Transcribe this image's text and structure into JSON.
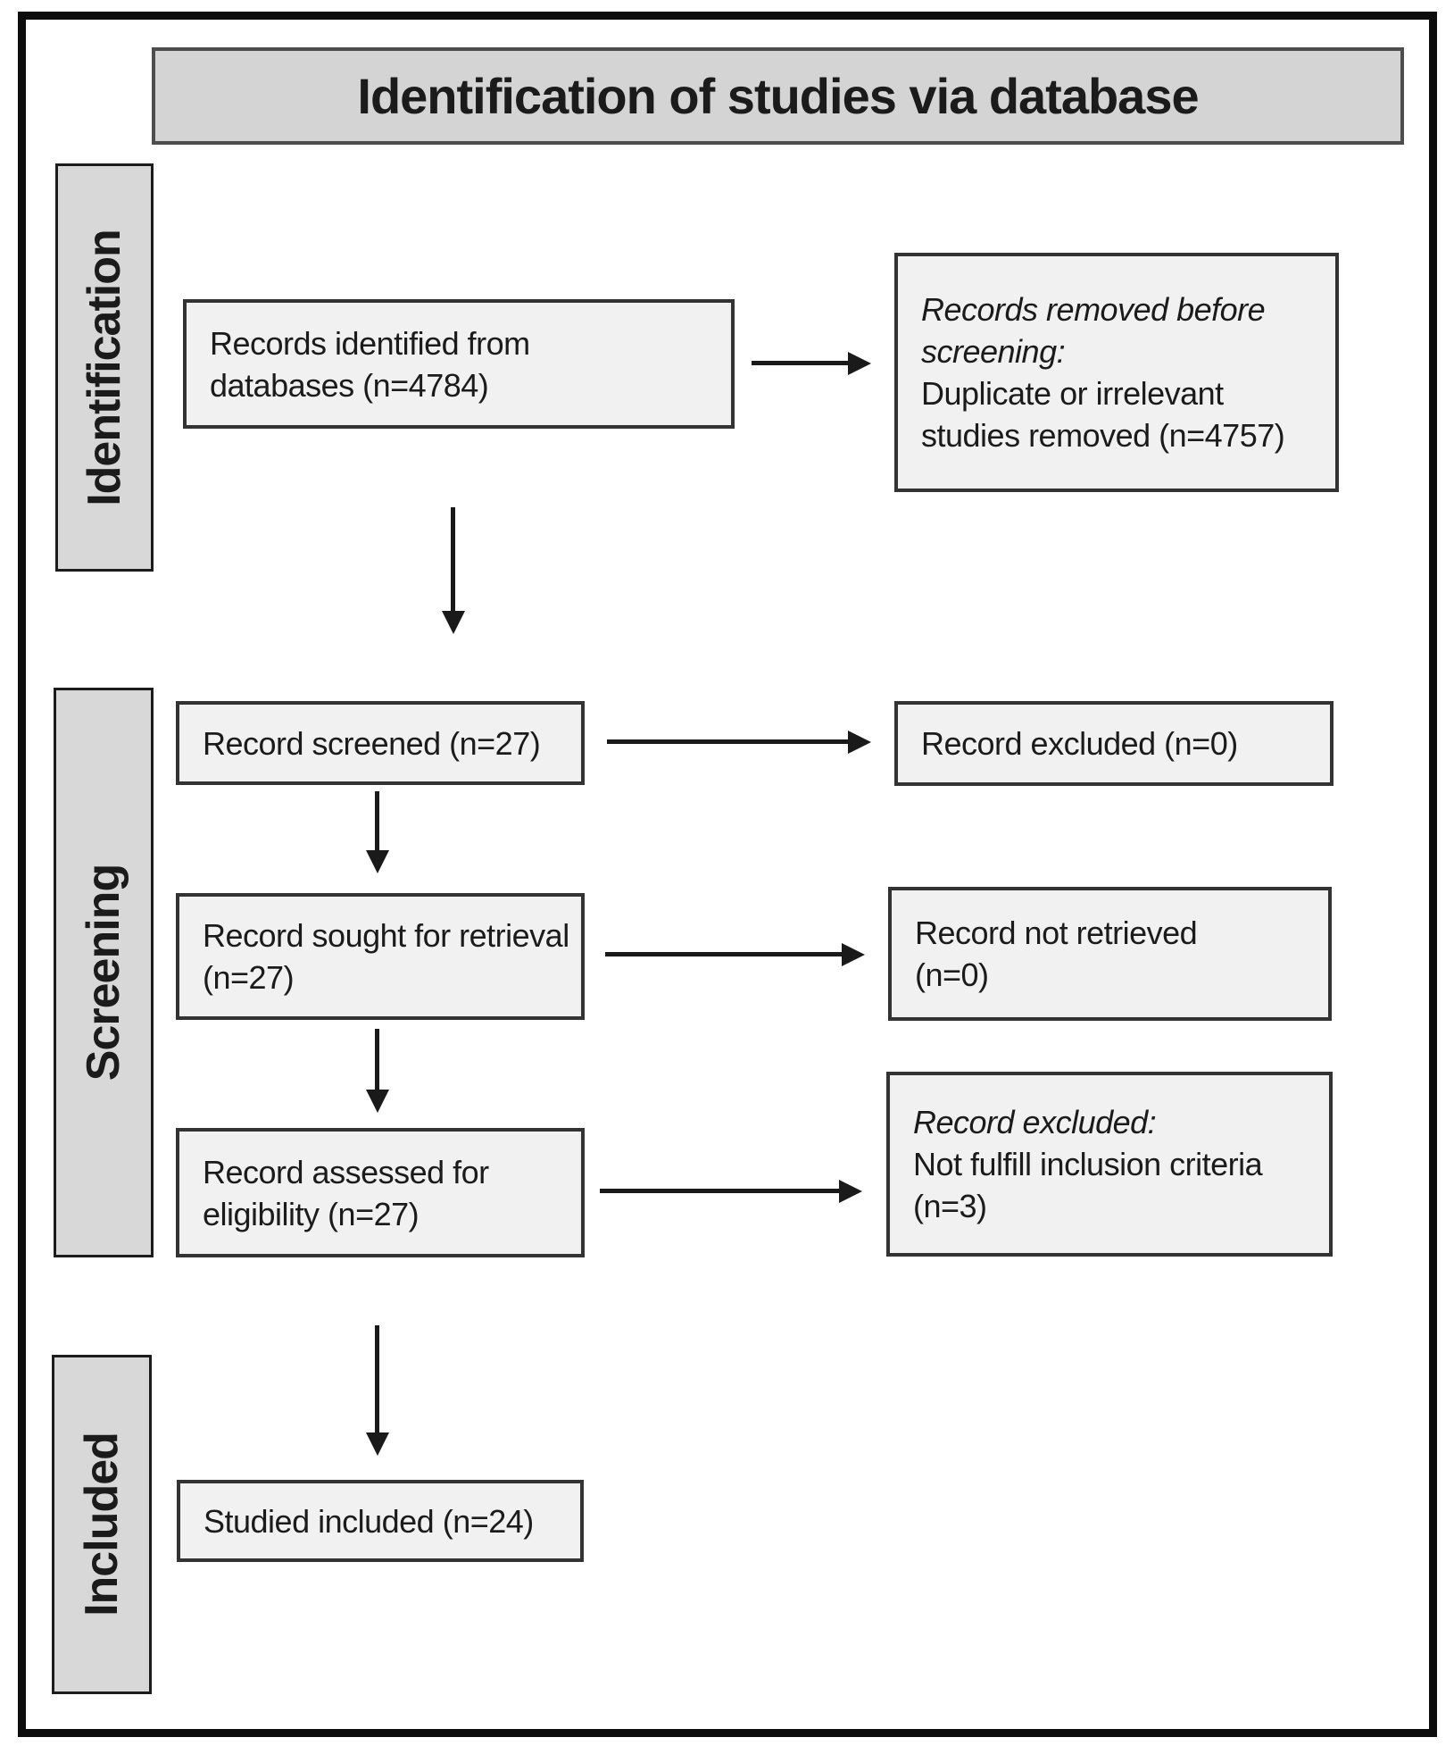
{
  "title": "Identification of studies via database",
  "stages": [
    {
      "label": "Identification"
    },
    {
      "label": "Screening"
    },
    {
      "label": "Included"
    }
  ],
  "boxes": {
    "identified": {
      "lines": [
        {
          "text": "Records identified from"
        },
        {
          "text": "databases (n=4784)"
        }
      ]
    },
    "removed_before_screening": {
      "lines": [
        {
          "text": "Records removed before",
          "italic": true
        },
        {
          "text": "screening:",
          "italic": true
        },
        {
          "text": "Duplicate or irrelevant"
        },
        {
          "text": "studies removed (n=4757)"
        }
      ]
    },
    "screened": {
      "lines": [
        {
          "text": "Record screened (n=27)"
        }
      ]
    },
    "excluded_screening": {
      "lines": [
        {
          "text": "Record excluded (n=0)"
        }
      ]
    },
    "sought_for_retrieval": {
      "lines": [
        {
          "text": "Record sought for retrieval"
        },
        {
          "text": "(n=27)"
        }
      ]
    },
    "not_retrieved": {
      "lines": [
        {
          "text": "Record not retrieved"
        },
        {
          "text": "(n=0)"
        }
      ]
    },
    "assessed_for_eligibility": {
      "lines": [
        {
          "text": "Record assessed for"
        },
        {
          "text": "eligibility (n=27)"
        }
      ]
    },
    "excluded_eligibility": {
      "lines": [
        {
          "text": "Record excluded:",
          "italic": true
        },
        {
          "text": "Not fulfill inclusion criteria"
        },
        {
          "text": "(n=3)"
        }
      ]
    },
    "studies_included": {
      "lines": [
        {
          "text": "Studied included (n=24)"
        }
      ]
    }
  },
  "colors": {
    "band_fill": "#d8d8d8",
    "box_fill": "#f1f1f1",
    "title_fill": "#d4d4d4",
    "box_border": "#333333",
    "arrow_color": "#1a1a1a",
    "text_color": "#1b1b1b"
  }
}
